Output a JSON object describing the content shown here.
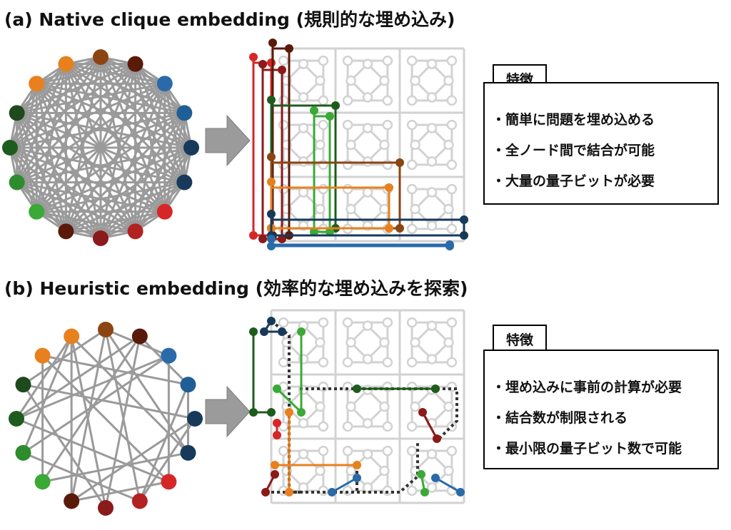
{
  "section_a": {
    "title": "(a) Native clique embedding (規則的な埋め込み)",
    "features_tag": "特徴",
    "features": [
      "簡単に問題を埋め込める",
      "全ノード間で結合が可能",
      "大量の量子ビットが必要"
    ]
  },
  "section_b": {
    "title": "(b) Heuristic embedding (効率的な埋め込みを探索)",
    "features_tag": "特徴",
    "features": [
      "埋め込みに事前の計算が必要",
      "結合数が制限される",
      "最小限の量子ビット数で可能"
    ]
  },
  "colors": {
    "edge_gray": "#9a9a9a",
    "grid_gray": "#d2d2d2",
    "arrow_gray": "#9b9b9b",
    "red": "#d62728",
    "dark_red": "#8b1a1a",
    "maroon": "#5a1a0a",
    "brown": "#8b4513",
    "orange": "#e8801e",
    "green": "#3aa935",
    "dark_green": "#1e5c1e",
    "navy": "#173a5a",
    "blue": "#2a6aa8"
  },
  "node_colors": [
    "#8b4513",
    "#5a1a0a",
    "#2a6aa8",
    "#1f5f96",
    "#173a5a",
    "#173a5a",
    "#d62728",
    "#b22222",
    "#8b1a1a",
    "#5a1a0a",
    "#3aa935",
    "#2e8b2e",
    "#1e5c1e",
    "#1e4a1e",
    "#e8801e",
    "#e8801e"
  ]
}
